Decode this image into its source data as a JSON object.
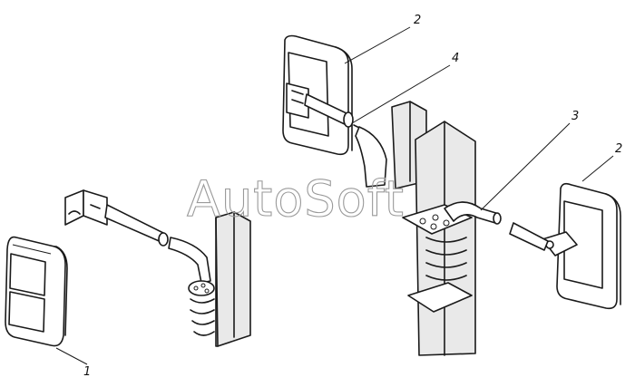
{
  "watermark": "AutoSoft",
  "callouts": {
    "c1": "1",
    "c2a": "2",
    "c2b": "2",
    "c3": "3",
    "c4": "4"
  }
}
